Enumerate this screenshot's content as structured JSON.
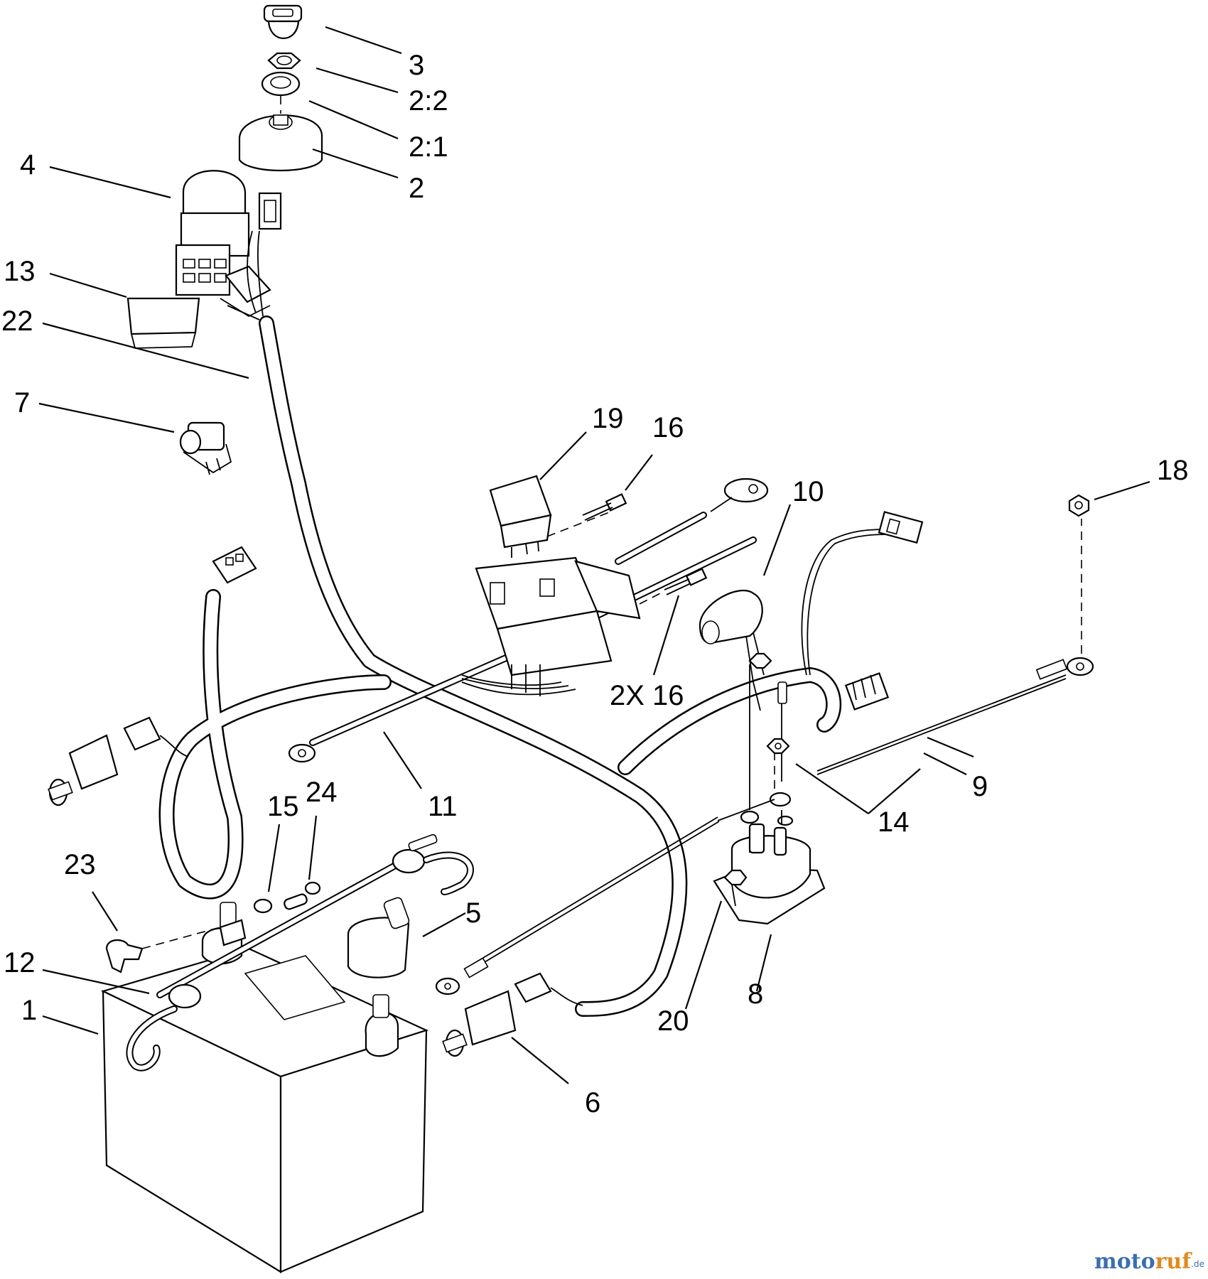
{
  "callouts": {
    "c1": "1",
    "c2": "2",
    "c2_1": "2:1",
    "c2_2": "2:2",
    "c3": "3",
    "c4": "4",
    "c5": "5",
    "c6": "6",
    "c7": "7",
    "c8": "8",
    "c9": "9",
    "c10": "10",
    "c11": "11",
    "c12": "12",
    "c13": "13",
    "c14": "14",
    "c15": "15",
    "c16": "16",
    "c2x16": "2X 16",
    "c18": "18",
    "c19": "19",
    "c20": "20",
    "c22": "22",
    "c23": "23",
    "c24": "24"
  },
  "watermark": {
    "brand_a": "moto",
    "brand_b": "ruf",
    "suffix": ".de"
  }
}
